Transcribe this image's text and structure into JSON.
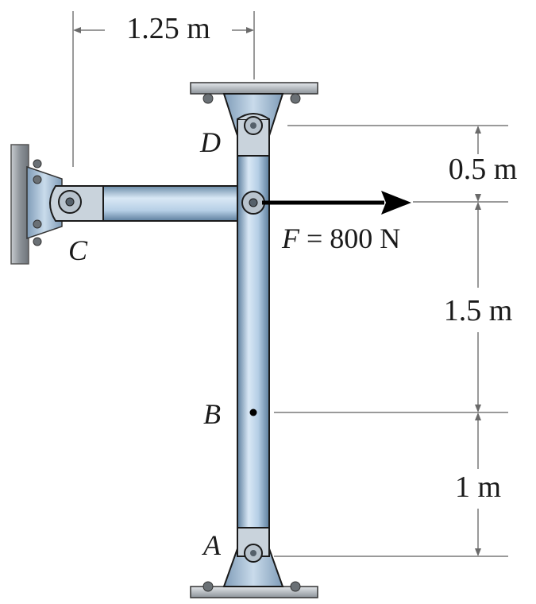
{
  "dimensions": {
    "horizontal_top": "1.25 m",
    "segment_d_to_force": "0.5 m",
    "segment_force_to_b": "1.5 m",
    "segment_b_to_a": "1 m"
  },
  "points": {
    "a": "A",
    "b": "B",
    "c": "C",
    "d": "D"
  },
  "force": {
    "symbol": "F",
    "equals_value": "= 800 N"
  },
  "colors": {
    "member_fill": "#b6cfe6",
    "member_light": "#d9e8f5",
    "member_dark": "#5d7f9e",
    "outline": "#1a1a1a",
    "bracket_fill": "#a9c2dc",
    "wall_fill": "#9aa0a6",
    "dimension_line": "#9a9a9a",
    "arrow": "#000000"
  }
}
